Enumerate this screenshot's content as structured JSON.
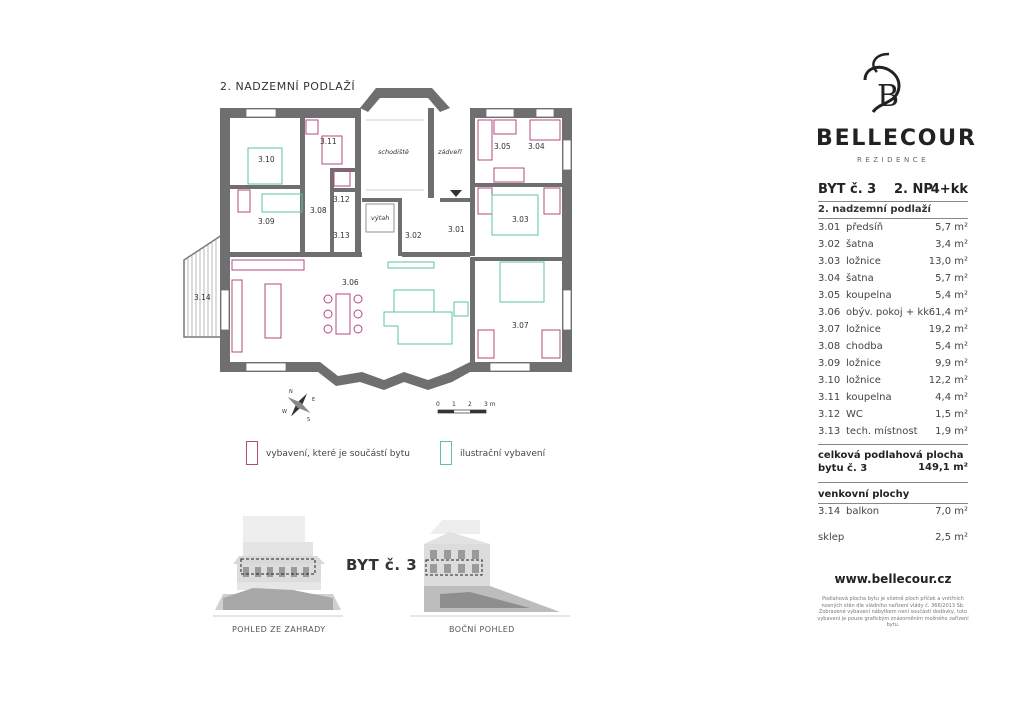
{
  "floor_title": "2. NADZEMNÍ PODLAŽÍ",
  "plan_labels": {
    "r301": "3.01",
    "r302": "3.02",
    "r303": "3.03",
    "r304": "3.04",
    "r305": "3.05",
    "r306": "3.06",
    "r307": "3.07",
    "r308": "3.08",
    "r309": "3.09",
    "r310": "3.10",
    "r311": "3.11",
    "r312": "3.12",
    "r313": "3.13",
    "r314": "3.14",
    "stairs": "schodiště",
    "vestibule": "zádveří",
    "lift": "výtah"
  },
  "scale_ticks": [
    "0",
    "1",
    "2",
    "3 m"
  ],
  "compass": [
    "N",
    "S",
    "E",
    "W"
  ],
  "legend": {
    "own": "vybavení, které je součástí bytu",
    "illustrative": "ilustrační vybavení"
  },
  "elevation": {
    "apartment_label": "BYT č. 3",
    "garden_view": "POHLED ZE ZAHRADY",
    "side_view": "BOČNÍ POHLED"
  },
  "brand": {
    "name": "BELLECOUR",
    "sub": "REZIDENCE"
  },
  "apartment": {
    "title": "BYT č. 3",
    "floor": "2. NP",
    "layout": "4+kk",
    "floor_name": "2. nadzemní podlaží"
  },
  "rooms": [
    {
      "num": "3.01",
      "name": "předsíň",
      "area": "5,7 m²"
    },
    {
      "num": "3.02",
      "name": "šatna",
      "area": "3,4 m²"
    },
    {
      "num": "3.03",
      "name": "ložnice",
      "area": "13,0 m²"
    },
    {
      "num": "3.04",
      "name": "šatna",
      "area": "5,7 m²"
    },
    {
      "num": "3.05",
      "name": "koupelna",
      "area": "5,4 m²"
    },
    {
      "num": "3.06",
      "name": "obýv. pokoj + kk",
      "area": "61,4 m²"
    },
    {
      "num": "3.07",
      "name": "ložnice",
      "area": "19,2 m²"
    },
    {
      "num": "3.08",
      "name": "chodba",
      "area": "5,4 m²"
    },
    {
      "num": "3.09",
      "name": "ložnice",
      "area": "9,9 m²"
    },
    {
      "num": "3.10",
      "name": "ložnice",
      "area": "12,2 m²"
    },
    {
      "num": "3.11",
      "name": "koupelna",
      "area": "4,4 m²"
    },
    {
      "num": "3.12",
      "name": "WC",
      "area": "1,5 m²"
    },
    {
      "num": "3.13",
      "name": "tech. místnost",
      "area": "1,9 m²"
    }
  ],
  "total": {
    "label_line1": "celková podlahová plocha",
    "label_line2": "bytu č. 3",
    "value": "149,1 m²"
  },
  "outdoor": {
    "label": "venkovní plochy",
    "items": [
      {
        "num": "3.14",
        "name": "balkon",
        "area": "7,0 m²"
      },
      {
        "num": "",
        "name": "sklep",
        "area": "2,5 m²"
      }
    ]
  },
  "website": "www.bellecour.cz",
  "note": "Podlahová plocha bytu je včetně ploch příček a vnitřních nosných stěn dle vládního nařízení vlády č. 366/2013 Sb. Zobrazené vybavení nábytkem není součástí dodávky, toto vybavení je pouze grafickým znázorněním možného zařízení bytu.",
  "colors": {
    "wall": "#6f6f6f",
    "own_equipment": "#b04a7e",
    "illustrative_equipment": "#5fc0a8",
    "balcony": "#8a8a8a"
  }
}
